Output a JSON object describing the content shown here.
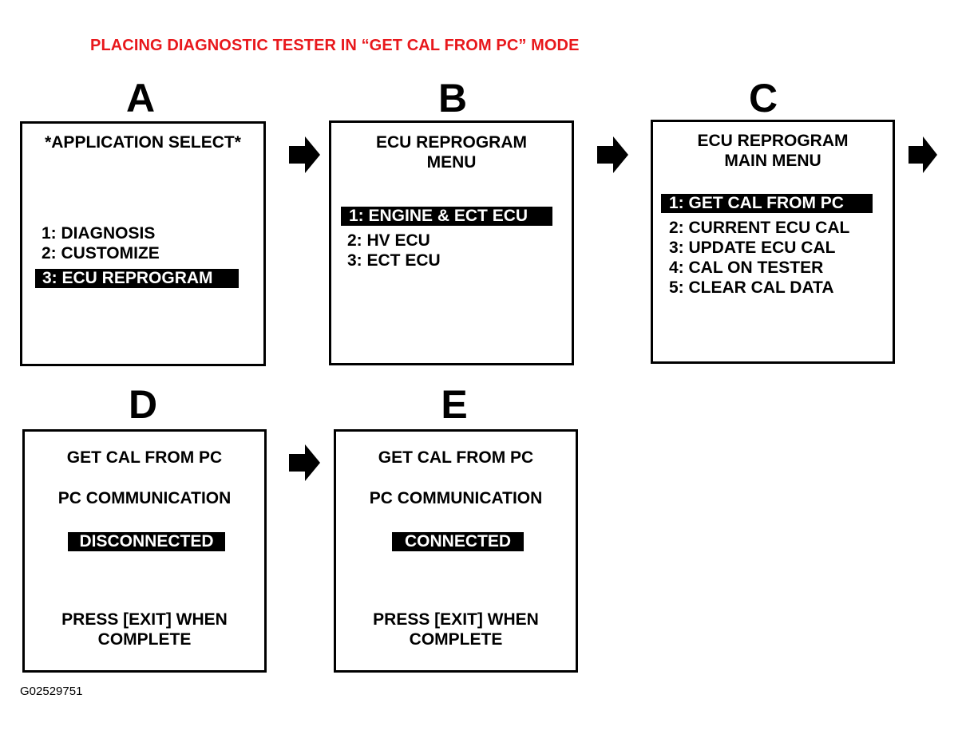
{
  "title": "PLACING DIAGNOSTIC TESTER IN “GET CAL FROM PC” MODE",
  "figure_id": "G02529751",
  "panels": {
    "a": {
      "letter": "A",
      "header": "*APPLICATION SELECT*",
      "items": [
        "1:  DIAGNOSIS",
        "2:  CUSTOMIZE",
        "3:  ECU REPROGRAM"
      ]
    },
    "b": {
      "letter": "B",
      "header1": "ECU REPROGRAM",
      "header2": "MENU",
      "items": [
        "1:  ENGINE & ECT ECU",
        "2:  HV ECU",
        "3:  ECT ECU"
      ]
    },
    "c": {
      "letter": "C",
      "header1": "ECU REPROGRAM",
      "header2": "MAIN MENU",
      "items": [
        "1:  GET CAL FROM PC",
        "2:  CURRENT ECU CAL",
        "3:  UPDATE ECU CAL",
        "4:  CAL ON TESTER",
        "5:  CLEAR CAL DATA"
      ]
    },
    "d": {
      "letter": "D",
      "header": "GET CAL FROM PC",
      "sub": "PC COMMUNICATION",
      "status": "DISCONNECTED",
      "footer1": "PRESS [EXIT] WHEN",
      "footer2": "COMPLETE"
    },
    "e": {
      "letter": "E",
      "header": "GET CAL FROM PC",
      "sub": "PC COMMUNICATION",
      "status": "CONNECTED",
      "footer1": "PRESS [EXIT] WHEN",
      "footer2": "COMPLETE"
    }
  },
  "icons": {
    "flow_arrow": "right-arrow-icon"
  },
  "colors": {
    "title": "#e8181c",
    "highlight_bg": "#000000",
    "highlight_text": "#ffffff"
  }
}
